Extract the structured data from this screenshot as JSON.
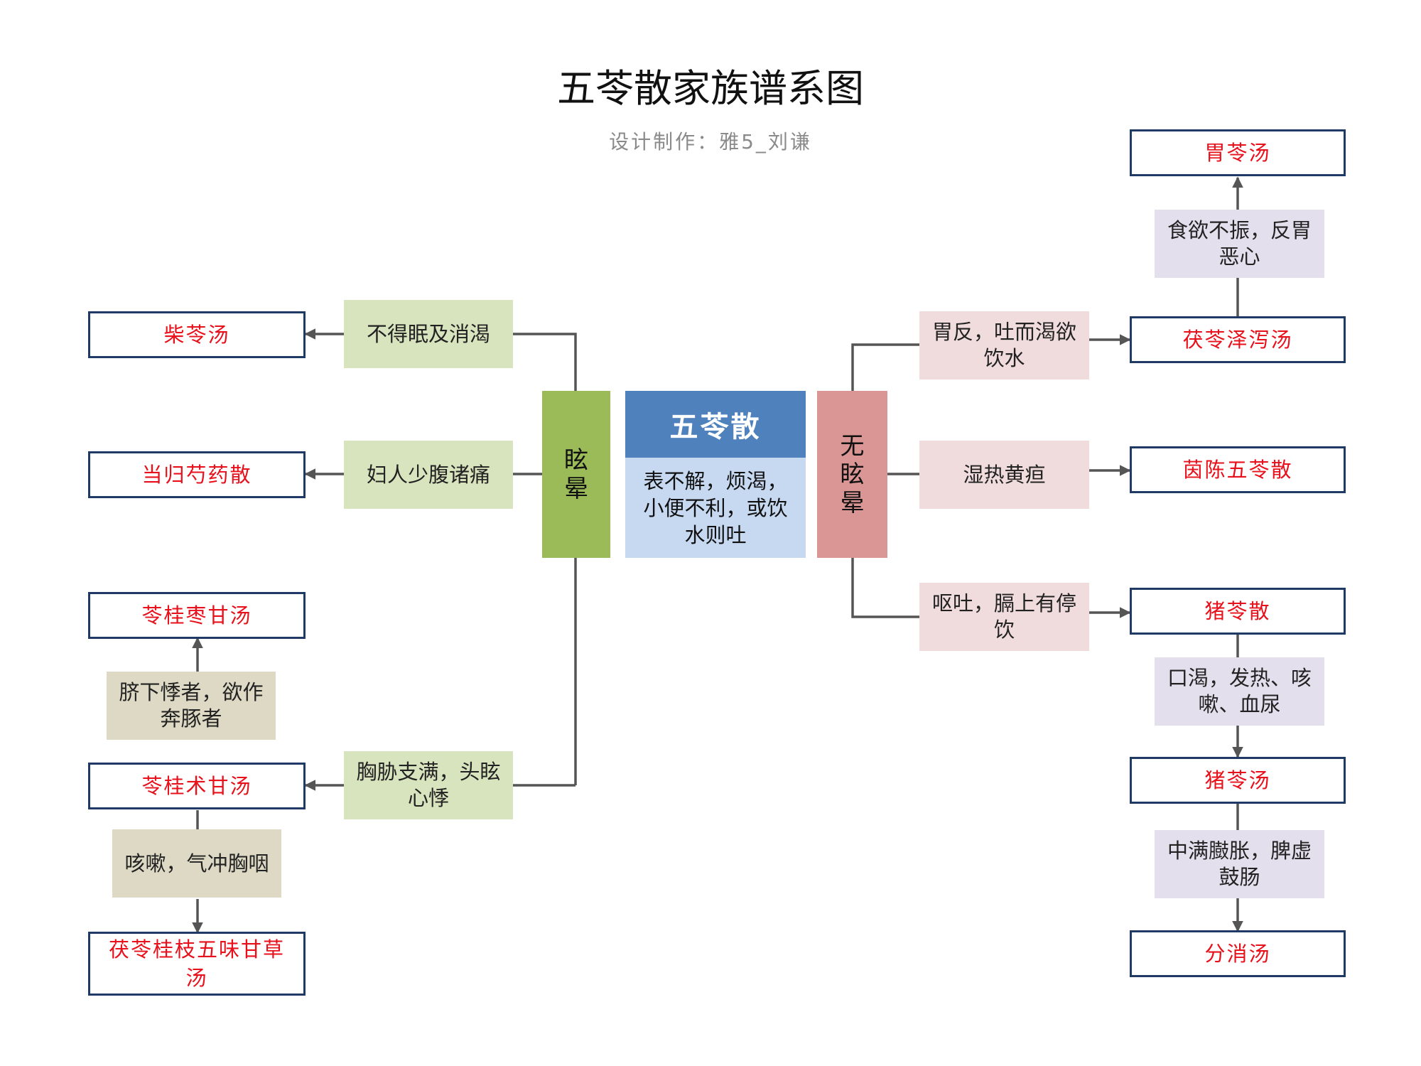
{
  "title": "五苓散家族谱系图",
  "subtitle": "设计制作：雅5_刘谦",
  "center": {
    "name": "五苓散",
    "description": "表不解，烦渴，小便不利，或饮水则吐"
  },
  "branches": {
    "left": "眩晕",
    "right": "无眩晕"
  },
  "left_side": {
    "symptoms": {
      "insomnia": "不得眠及消渴",
      "abdominal": "妇人少腹诸痛",
      "chest": "胸胁支满，头眩心悸",
      "navel": "脐下悸者，欲作奔豚者",
      "cough": "咳嗽，气冲胸咽"
    },
    "formulas": {
      "chai_ling": "柴苓汤",
      "dang_gui": "当归芍药散",
      "ling_gui_zao": "苓桂枣甘汤",
      "ling_gui_zhu": "苓桂术甘汤",
      "fu_ling_gui_zhi": "茯苓桂枝五味甘草汤"
    }
  },
  "right_side": {
    "symptoms": {
      "vomit_thirst": "胃反，吐而渴欲饮水",
      "jaundice": "湿热黄疸",
      "vomit_fluid": "呕吐，膈上有停饮",
      "appetite": "食欲不振，反胃恶心",
      "thirst_fever": "口渴，发热、咳嗽、血尿",
      "bloating": "中满臌胀，脾虚鼓肠"
    },
    "formulas": {
      "wei_ling": "胃苓汤",
      "fu_ling_ze_xie": "茯苓泽泻汤",
      "yin_chen": "茵陈五苓散",
      "zhu_ling_san": "猪苓散",
      "zhu_ling_tang": "猪苓汤",
      "fen_xiao": "分消汤"
    }
  },
  "colors": {
    "formula_border": "#1f3a64",
    "formula_text": "#e8101b",
    "dizziness": "#9bbb59",
    "no_dizziness": "#d99694",
    "center_header": "#4f81bd",
    "center_body": "#c6d9f1",
    "connector": "#555555"
  }
}
